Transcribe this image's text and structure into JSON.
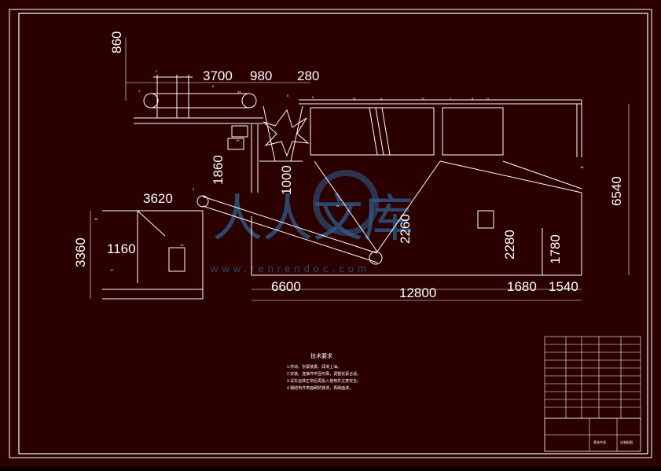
{
  "drawing": {
    "background_color": "#2a0000",
    "line_color": "#ffffff",
    "dimensions": [
      "860",
      "3700",
      "980",
      "280",
      "1860",
      "1000",
      "3620",
      "2260",
      "6540",
      "3360",
      "1160",
      "2280",
      "1780",
      "6600",
      "12800",
      "1680",
      "1540"
    ],
    "balloons": [
      "1",
      "2",
      "3",
      "4",
      "5",
      "6",
      "7",
      "8",
      "9",
      "10",
      "11",
      "12",
      "13",
      "14",
      "15",
      "16",
      "17",
      "18",
      "19"
    ]
  },
  "tech_notes": {
    "title": "技术要求",
    "lines": [
      "1.传动、张紧装置、润滑上油。",
      "2.安装、连接件牢固可靠，调整张紧合适。",
      "3.试车运转正常后再投入使用并注意安全。",
      "4.钢结构件表面刷防锈漆，再刷面漆。"
    ]
  },
  "watermark": {
    "logo_text": "人人文库",
    "url_text": "www.renrendoc.com",
    "color": "#2d5f8f"
  },
  "title_block": {
    "drawing_title": "总装配图",
    "sheet_label": "第张共张"
  }
}
